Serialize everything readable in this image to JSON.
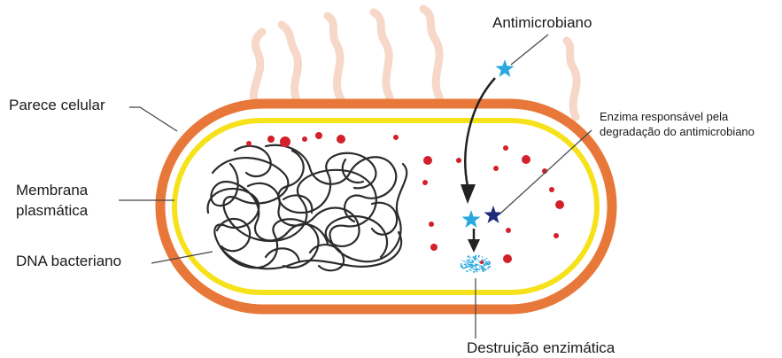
{
  "labels": {
    "antimicrobiano": "Antimicrobiano",
    "parede": "Parece celular",
    "membrana_1": "Membrana",
    "membrana_2": "plasmática",
    "dna": "DNA bacteriano",
    "enzima_1": "Enzima responsável pela",
    "enzima_2": "degradação do antimicrobiano",
    "destruicao": "Destruição enzimática"
  },
  "colors": {
    "cell_wall": "#e8783a",
    "membrane": "#f6e21a",
    "flagella": "#f4c9b6",
    "dna": "#2b2b2b",
    "ribosome": "#d3202a",
    "antimicrobial_star": "#29a8df",
    "enzyme_star": "#1f2a78",
    "leader_line": "#444444"
  },
  "icons": {
    "antimicrobial": "light-blue-star-icon",
    "enzyme": "dark-blue-star-icon",
    "destruction": "dotted-cloud-icon"
  }
}
